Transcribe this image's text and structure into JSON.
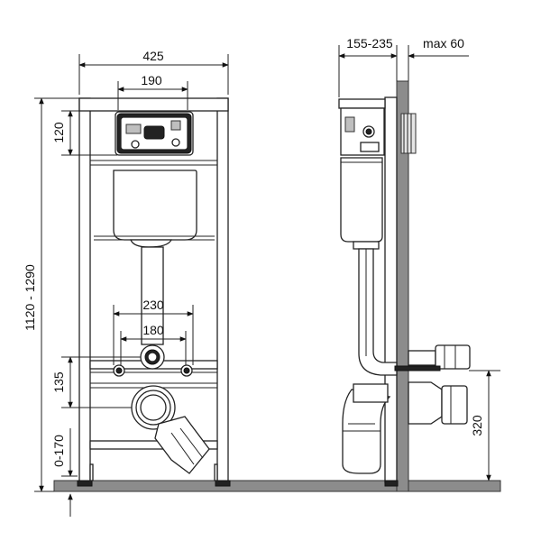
{
  "dimensions": {
    "front_width": "425",
    "plate_width": "190",
    "plate_height": "120",
    "frame_height": "1120 - 1290",
    "fix_spacing_outer": "230",
    "fix_spacing_inner": "180",
    "drain_height": "135",
    "foot_adjust": "0-170",
    "side_depth": "155-235",
    "side_max": "max 60",
    "side_drain_height": "320"
  }
}
